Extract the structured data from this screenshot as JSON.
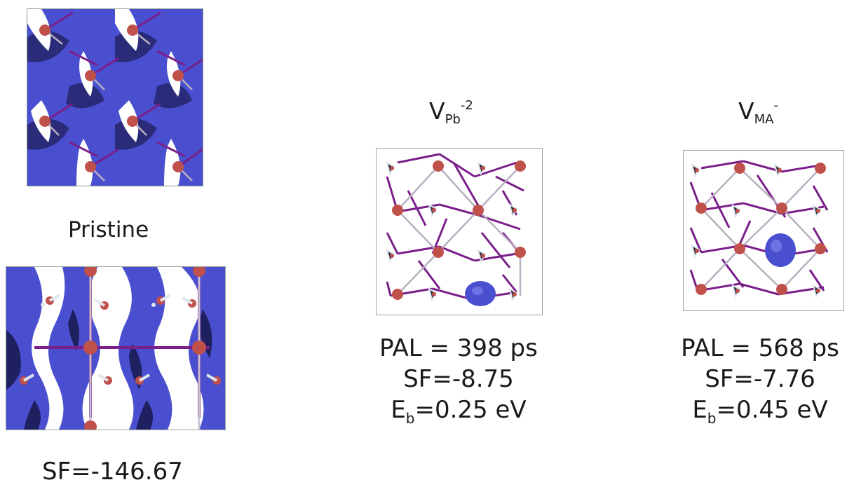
{
  "pristine": {
    "label": "Pristine",
    "sf": "SF=-146.67"
  },
  "vpb": {
    "title_main": "V",
    "title_sub": "Pb",
    "title_sup": "-2",
    "pal": "PAL = 398 ps",
    "sf": "SF=-8.75",
    "eb_main": "E",
    "eb_sub": "b",
    "eb_rest": "=0.25 eV"
  },
  "vma": {
    "title_main": "V",
    "title_sub": "MA",
    "title_sup": "-",
    "pal": "PAL = 568 ps",
    "sf": "SF=-7.76",
    "eb_main": "E",
    "eb_sub": "b",
    "eb_rest": "=0.45 eV"
  },
  "colors": {
    "isosurface": "#4a4fd0",
    "isosurface_dark": "#1f2060",
    "lead": "#c0504a",
    "iodine": "#7a1f8a",
    "bond": "#9e96a8",
    "carbon": "#2e3040",
    "hydrogen": "#dfe6ee",
    "nitrogen": "#6f8fcf",
    "frame": "#9aa59a"
  },
  "icons": {
    "atom": "lead-atom-icon",
    "molecule": "methylammonium-icon"
  }
}
